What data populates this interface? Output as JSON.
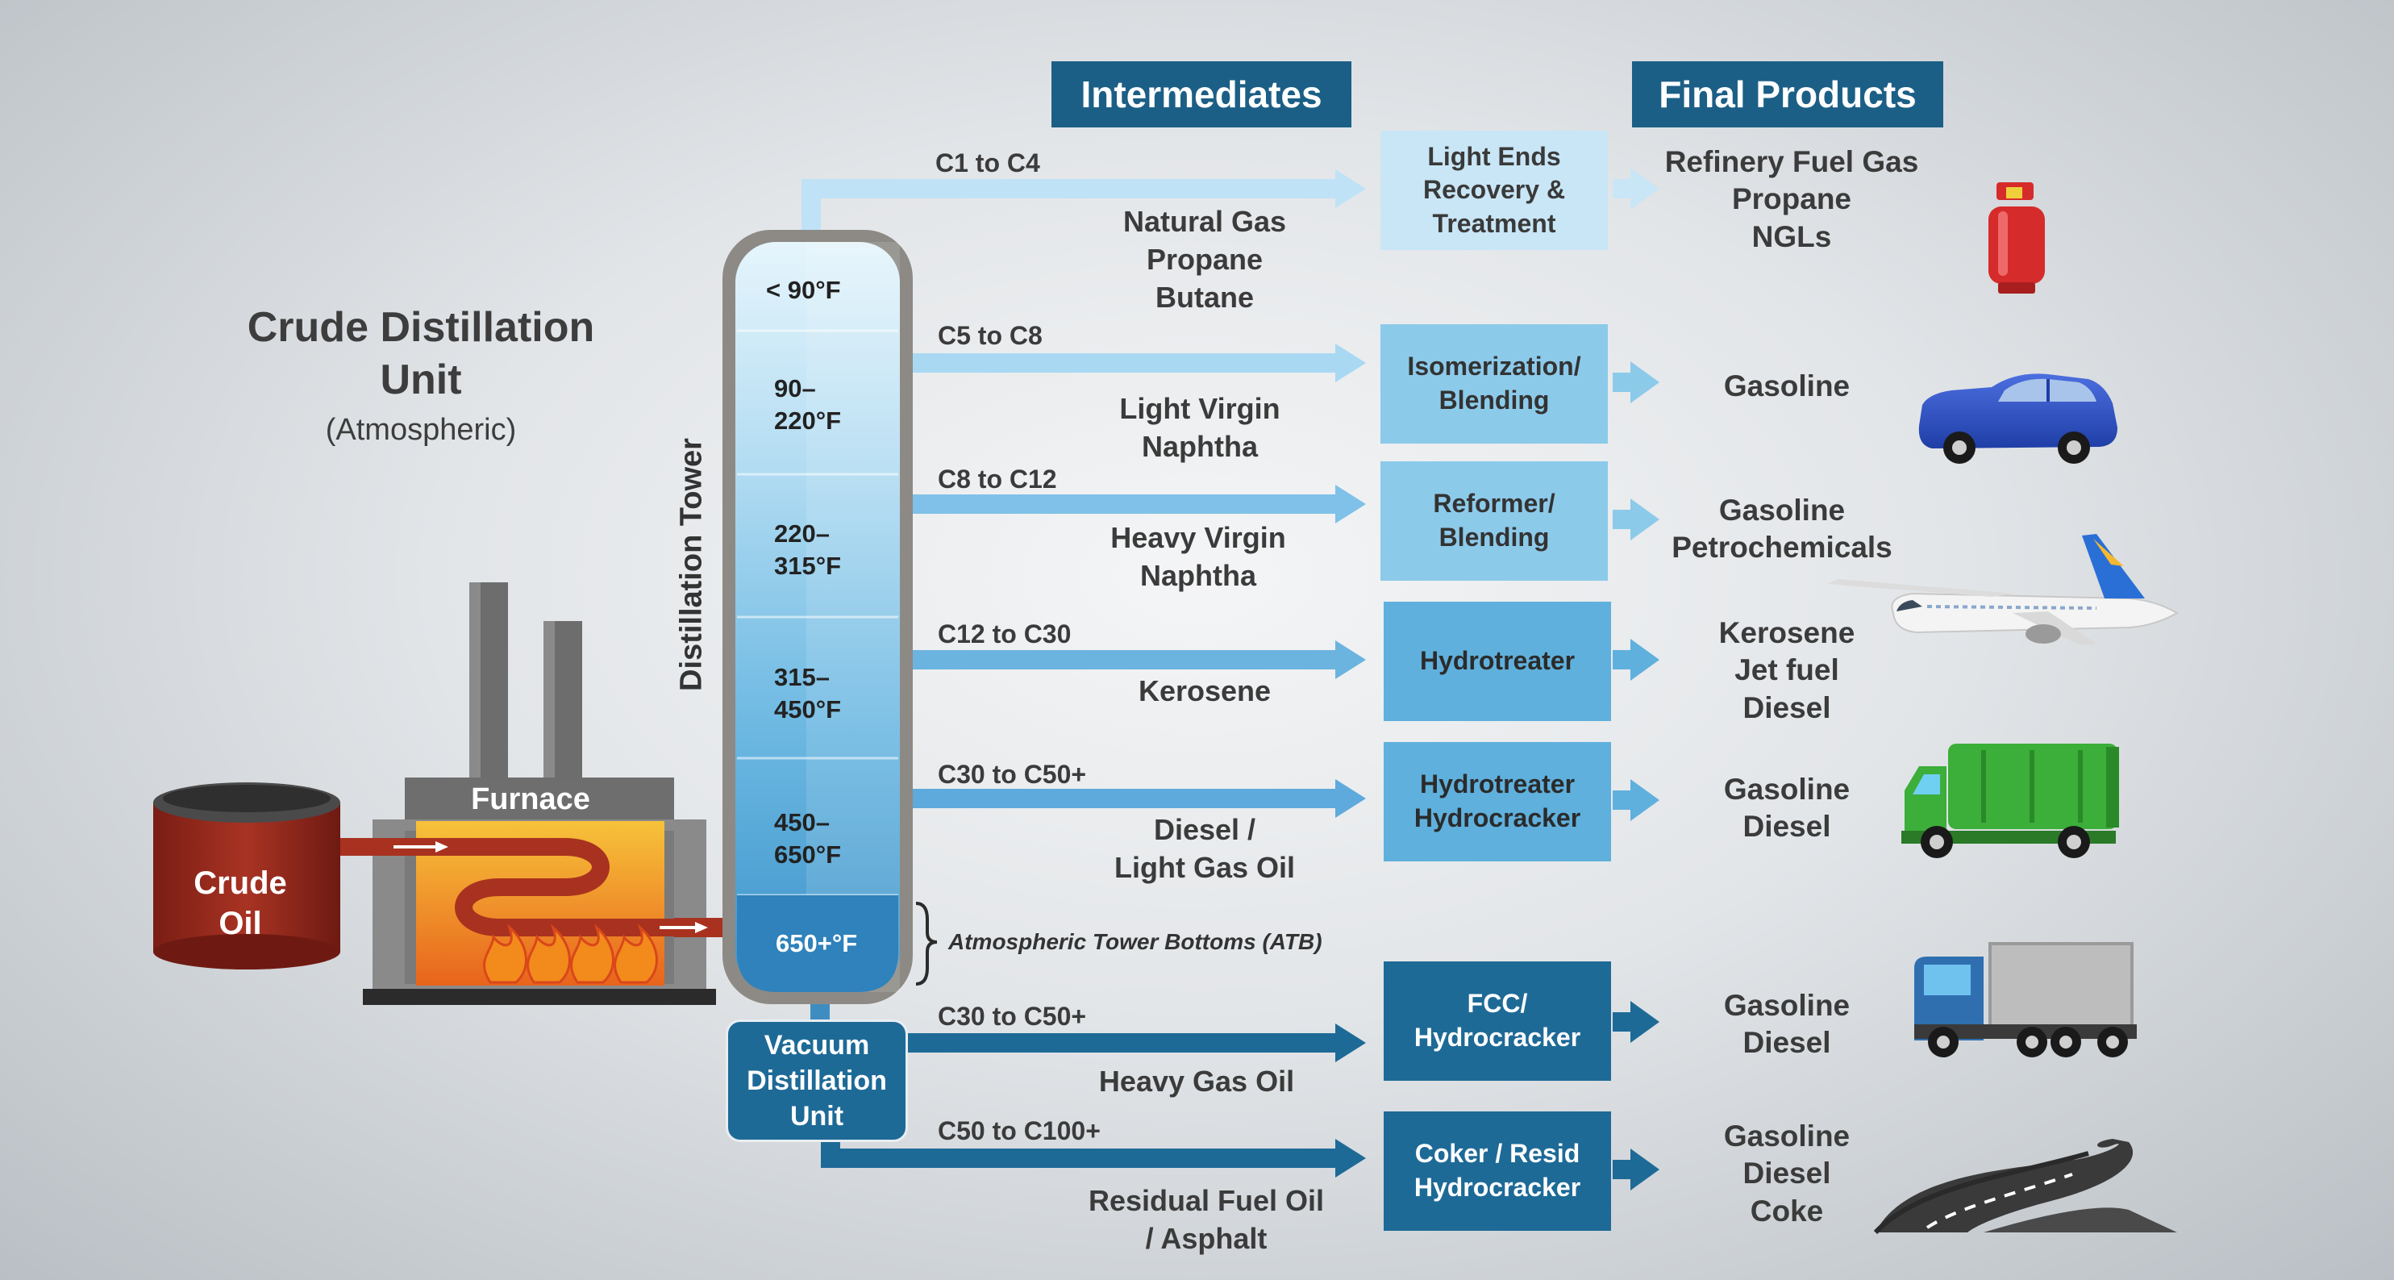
{
  "headers": {
    "intermediates": "Intermediates",
    "final_products": "Final Products"
  },
  "title": {
    "line1": "Crude Distillation",
    "line2": "Unit",
    "subtitle": "(Atmospheric)"
  },
  "tower_label": "Distillation Tower",
  "furnace_label": "Furnace",
  "crude_oil": {
    "line1": "Crude",
    "line2": "Oil"
  },
  "vdu": {
    "line1": "Vacuum",
    "line2": "Distillation",
    "line3": "Unit"
  },
  "atb_label": "Atmospheric Tower Bottoms (ATB)",
  "temps": [
    {
      "line1": "< 90°F",
      "line2": ""
    },
    {
      "line1": "90–",
      "line2": "220°F"
    },
    {
      "line1": "220–",
      "line2": "315°F"
    },
    {
      "line1": "315–",
      "line2": "450°F"
    },
    {
      "line1": "450–",
      "line2": "650°F"
    },
    {
      "line1": "650+°F",
      "line2": ""
    }
  ],
  "streams": [
    {
      "carbon": "C1 to C4",
      "intermediate": [
        "Natural Gas",
        "Propane",
        "Butane"
      ],
      "process": [
        "Light Ends",
        "Recovery &",
        "Treatment"
      ],
      "products": [
        "Refinery Fuel Gas",
        "Propane",
        "NGLs"
      ],
      "icon": "gas-cylinder-icon"
    },
    {
      "carbon": "C5 to C8",
      "intermediate": [
        "Light Virgin",
        "Naphtha"
      ],
      "process": [
        "Isomerization/",
        "Blending"
      ],
      "products": [
        "Gasoline"
      ],
      "icon": "car-icon"
    },
    {
      "carbon": "C8 to C12",
      "intermediate": [
        "Heavy Virgin",
        "Naphtha"
      ],
      "process": [
        "Reformer/",
        "Blending"
      ],
      "products": [
        "Gasoline",
        "Petrochemicals"
      ],
      "icon": "airplane-icon"
    },
    {
      "carbon": "C12 to C30",
      "intermediate": [
        "Kerosene"
      ],
      "process": [
        "Hydrotreater"
      ],
      "products": [
        "Kerosene",
        "Jet fuel",
        "Diesel"
      ],
      "icon": "airplane-icon"
    },
    {
      "carbon": "C30 to C50+",
      "intermediate": [
        "Diesel /",
        "Light Gas Oil"
      ],
      "process": [
        "Hydrotreater",
        "Hydrocracker"
      ],
      "products": [
        "Gasoline",
        "Diesel"
      ],
      "icon": "garbage-truck-icon"
    },
    {
      "carbon": "C30 to C50+",
      "intermediate": [
        "Heavy Gas Oil"
      ],
      "process": [
        "FCC/",
        "Hydrocracker"
      ],
      "products": [
        "Gasoline",
        "Diesel"
      ],
      "icon": "box-truck-icon"
    },
    {
      "carbon": "C50 to C100+",
      "intermediate": [
        "Residual Fuel Oil",
        "/ Asphalt"
      ],
      "process": [
        "Coker / Resid",
        "Hydrocracker"
      ],
      "products": [
        "Gasoline",
        "Diesel",
        "Coke"
      ],
      "icon": "road-icon"
    }
  ],
  "colors": {
    "header": "#1c5f86",
    "light_stream": "#bfe2f6",
    "mid_stream": "#6fb9e4",
    "dark_stream": "#1e6a97"
  }
}
